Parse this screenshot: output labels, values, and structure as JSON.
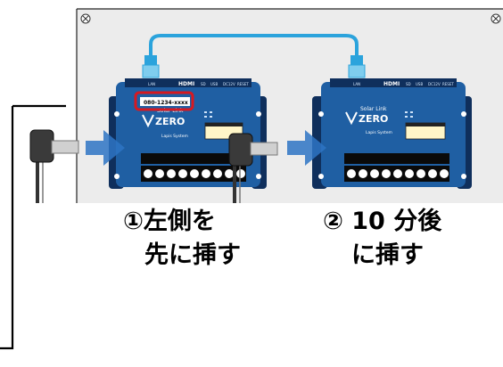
{
  "devices": [
    {
      "brand_small": "Solar Link",
      "brand_large": "ZERO",
      "maker": "Lapis System",
      "hdmi_label": "HDMI",
      "serial": "080-1234-xxxx",
      "port_labels": [
        "LAN",
        "SD",
        "USB",
        "DC12V",
        "RESET"
      ]
    },
    {
      "brand_small": "Solar Link",
      "brand_large": "ZERO",
      "maker": "Lapis System",
      "hdmi_label": "HDMI",
      "port_labels": [
        "LAN",
        "SD",
        "USB",
        "DC12V",
        "RESET"
      ]
    }
  ],
  "steps": [
    {
      "line1": "①左側を",
      "line2": "先に挿す"
    },
    {
      "line1": "② 10 分後",
      "line2": "に挿す"
    }
  ],
  "colors": {
    "device_body": "#1f5fa3",
    "device_dark": "#0f2f5c",
    "cable": "#2ba3dc",
    "arrow": "#2e74c4",
    "highlight": "#d71920",
    "panel": "#ececec"
  }
}
